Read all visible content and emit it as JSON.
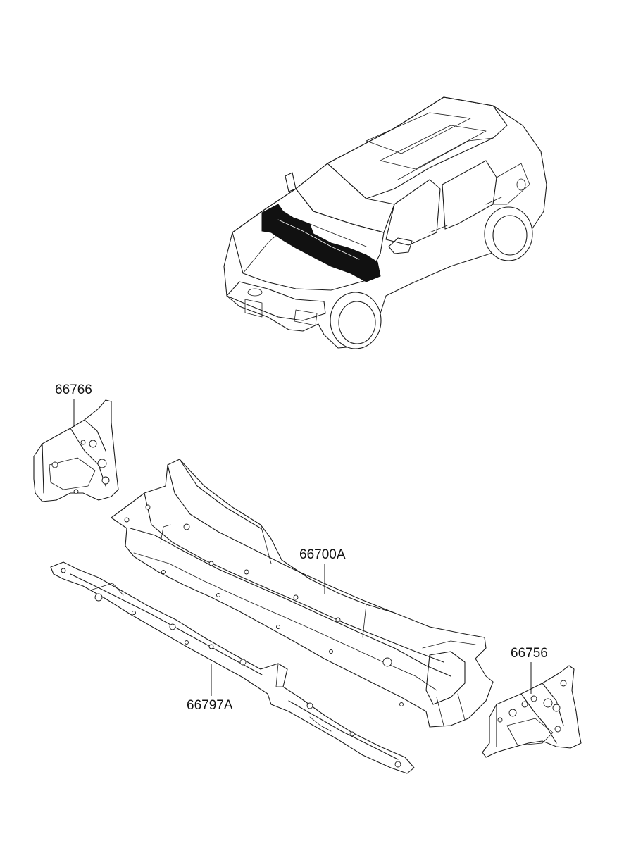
{
  "diagram": {
    "parts": [
      {
        "id": "p66766",
        "number": "66766",
        "description": ""
      },
      {
        "id": "p66700A",
        "number": "66700A",
        "description": ""
      },
      {
        "id": "p66756",
        "number": "66756",
        "description": ""
      },
      {
        "id": "p66797A",
        "number": "66797A",
        "description": ""
      }
    ],
    "highlight_color": "#111111",
    "line_color": "#1a1a1a"
  }
}
